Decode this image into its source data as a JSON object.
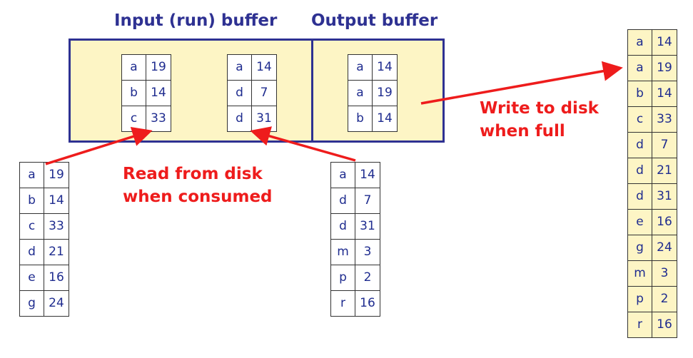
{
  "titles": {
    "input": "Input (run) buffer",
    "output": "Output buffer"
  },
  "labels": {
    "read": [
      "Read from disk",
      "when consumed"
    ],
    "write": [
      "Write to disk",
      "when full"
    ]
  },
  "colors": {
    "title": "#2e3192",
    "buffer_fill": "#fdf5c5",
    "buffer_border": "#2e3192",
    "arrow": "#ee1c1c",
    "cell_text": "#1f2c8f"
  },
  "tables": {
    "input_buf1": [
      [
        "a",
        "19"
      ],
      [
        "b",
        "14"
      ],
      [
        "c",
        "33"
      ]
    ],
    "input_buf2": [
      [
        "a",
        "14"
      ],
      [
        "d",
        "7"
      ],
      [
        "d",
        "31"
      ]
    ],
    "output_buf": [
      [
        "a",
        "14"
      ],
      [
        "a",
        "19"
      ],
      [
        "b",
        "14"
      ]
    ],
    "run1": [
      [
        "a",
        "19"
      ],
      [
        "b",
        "14"
      ],
      [
        "c",
        "33"
      ],
      [
        "d",
        "21"
      ],
      [
        "e",
        "16"
      ],
      [
        "g",
        "24"
      ]
    ],
    "run2": [
      [
        "a",
        "14"
      ],
      [
        "d",
        "7"
      ],
      [
        "d",
        "31"
      ],
      [
        "m",
        "3"
      ],
      [
        "p",
        "2"
      ],
      [
        "r",
        "16"
      ]
    ],
    "output_file": [
      [
        "a",
        "14"
      ],
      [
        "a",
        "19"
      ],
      [
        "b",
        "14"
      ],
      [
        "c",
        "33"
      ],
      [
        "d",
        "7"
      ],
      [
        "d",
        "21"
      ],
      [
        "d",
        "31"
      ],
      [
        "e",
        "16"
      ],
      [
        "g",
        "24"
      ],
      [
        "m",
        "3"
      ],
      [
        "p",
        "2"
      ],
      [
        "r",
        "16"
      ]
    ]
  }
}
